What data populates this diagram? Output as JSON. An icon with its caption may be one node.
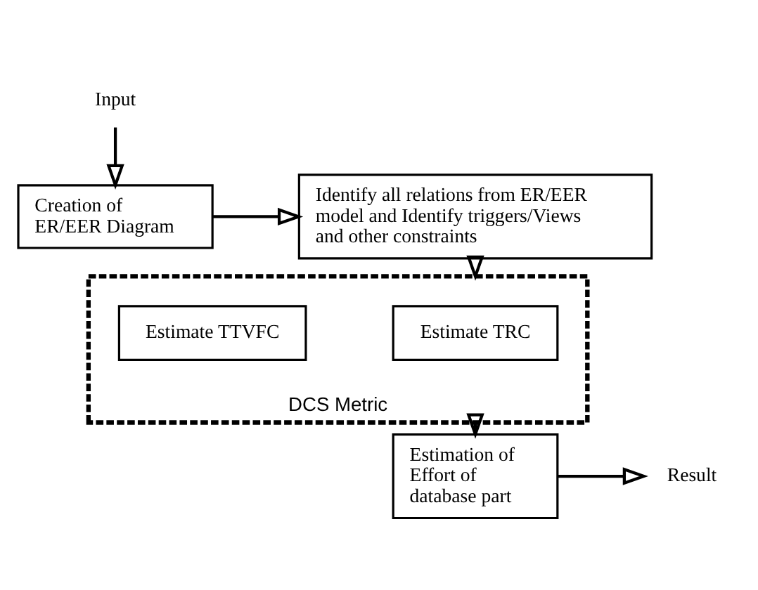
{
  "diagram": {
    "nodes": [
      {
        "text": [
          "Input"
        ]
      },
      {
        "text": [
          "Creation of ER/EER Diagram"
        ]
      },
      {
        "text": [
          "Identify all relations from ER/EER model and Identify triggers/Views and other constraints"
        ]
      },
      {
        "text": [
          "DCS Metric"
        ]
      },
      {
        "text": [
          "Estimate TRC"
        ],
        "in": 3
      },
      {
        "text": [
          "Estimate TTVFC"
        ],
        "in": 3
      },
      {
        "text": [
          "Estimation of Effort of database part"
        ]
      },
      {
        "text": [
          "Result"
        ]
      }
    ],
    "edges": [
      {
        "from": 0,
        "to": 1,
        "arrow": "to"
      },
      {
        "from": 1,
        "to": 2,
        "arrow": "to"
      },
      {
        "from": 2,
        "to": 3,
        "arrow": "to"
      },
      {
        "from": 3,
        "to": 6,
        "arrow": "to"
      },
      {
        "from": 6,
        "to": 7,
        "arrow": "to"
      }
    ]
  }
}
